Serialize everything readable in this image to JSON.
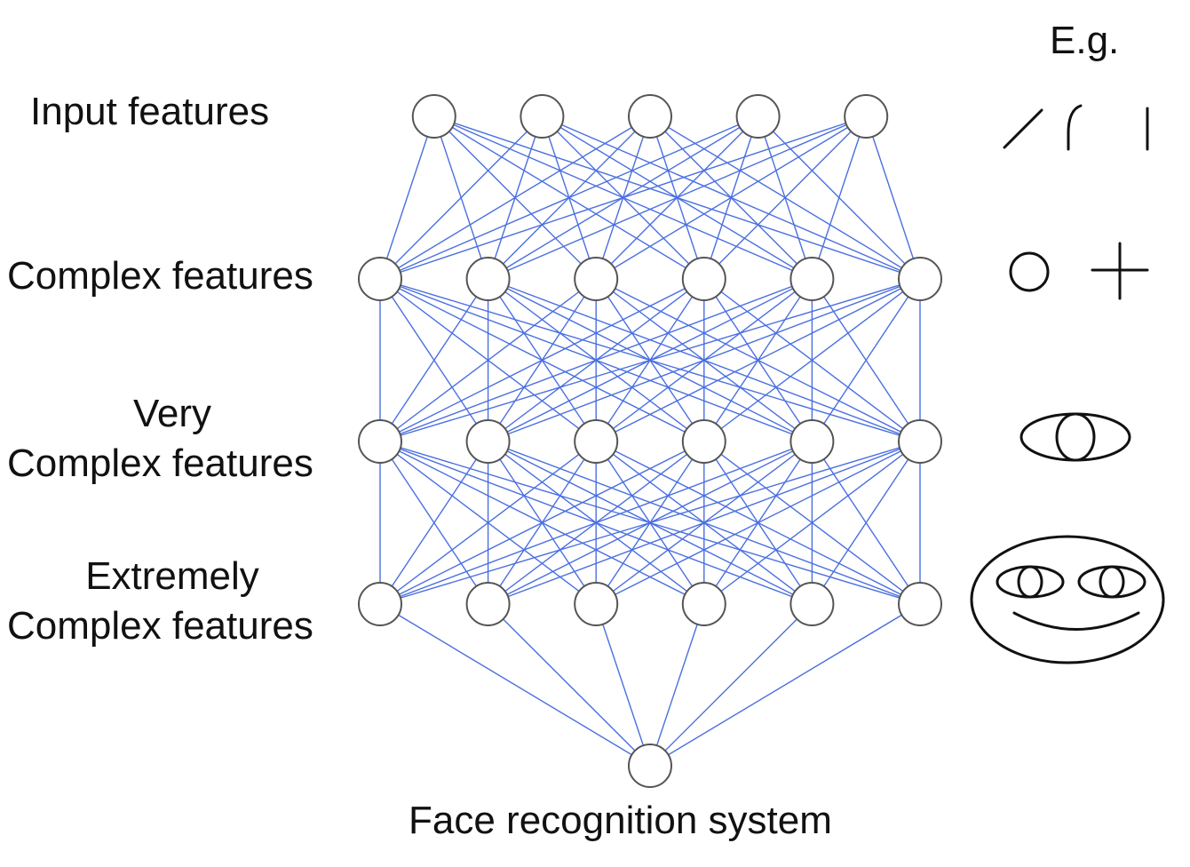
{
  "title": "",
  "example_heading": "E.g.",
  "layers": [
    {
      "id": "input",
      "lines": [
        "Input features"
      ],
      "node_count": 5,
      "example_icons": [
        "slash-line-icon",
        "arc-icon",
        "vertical-line-icon"
      ]
    },
    {
      "id": "complex",
      "lines": [
        "Complex features"
      ],
      "node_count": 6,
      "example_icons": [
        "circle-icon",
        "plus-icon"
      ]
    },
    {
      "id": "very-complex",
      "lines": [
        "Very",
        "Complex features"
      ],
      "node_count": 6,
      "example_icons": [
        "eye-icon"
      ]
    },
    {
      "id": "extremely-complex",
      "lines": [
        "Extremely",
        "Complex features"
      ],
      "node_count": 6,
      "example_icons": [
        "face-icon"
      ]
    },
    {
      "id": "output",
      "lines": [
        "Face recognition system"
      ],
      "node_count": 1,
      "example_icons": []
    }
  ],
  "colors": {
    "edge": "#4a6fe0",
    "node_stroke": "#555555",
    "node_fill": "#ffffff",
    "text": "#111111",
    "icon_stroke": "#111111"
  }
}
